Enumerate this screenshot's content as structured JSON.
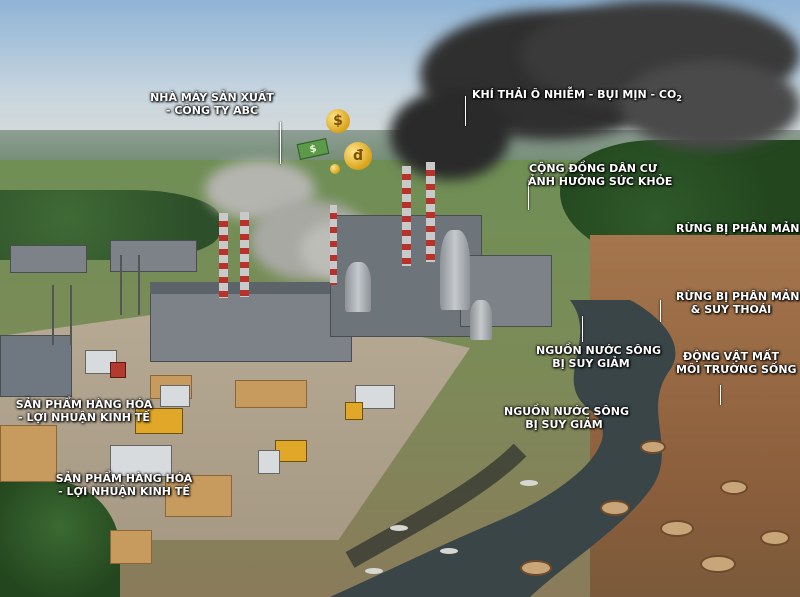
{
  "labels": {
    "factory_line1": "NHÀ MÁY SẢN XUẤT",
    "factory_line2": "- CÔNG TY ABC",
    "emissions": "KHÍ THẢI Ô NHIỄM - BỤI MỊN - CO",
    "emissions_sub": "2",
    "community_line1": "CỘNG ĐỒNG DÂN CƯ",
    "community_line2": "ẢNH HƯỞNG SỨC KHỎE",
    "forest_fragmented": "RỪNG BỊ PHÂN MẢNH",
    "forest_degraded_line1": "RỪNG BỊ PHÂN MẢNH",
    "forest_degraded_line2": "& SUY THOÁI",
    "water_1_line1": "NGUỒN NƯỚC SÔNG",
    "water_1_line2": "BỊ SUY GIẢM",
    "habitat_line1": "ĐỘNG VẬT MẤT",
    "habitat_line2": "MÔI TRƯỜNG SỐNG",
    "water_2_line1": "NGUỒN NƯỚC SÔNG",
    "water_2_line2": "BỊ SUY GIẢM",
    "products_1_line1": "SẢN PHẨM HÀNG HÓA",
    "products_1_line2": "- LỢI NHUẬN KINH TẾ",
    "products_2_line1": "SẢN PHẨM HÀNG HÓA",
    "products_2_line2": "- LỢI NHUẬN KINH TẾ"
  },
  "money": {
    "coin_1": "$",
    "coin_2": "đ",
    "bill": "$"
  },
  "colors": {
    "label_text": "#ffffff",
    "smoke_dark": "#2b2b2b",
    "smoke_light": "#a9a9a4",
    "river": "#3a4548",
    "stack_stripe": "#b8322b"
  }
}
